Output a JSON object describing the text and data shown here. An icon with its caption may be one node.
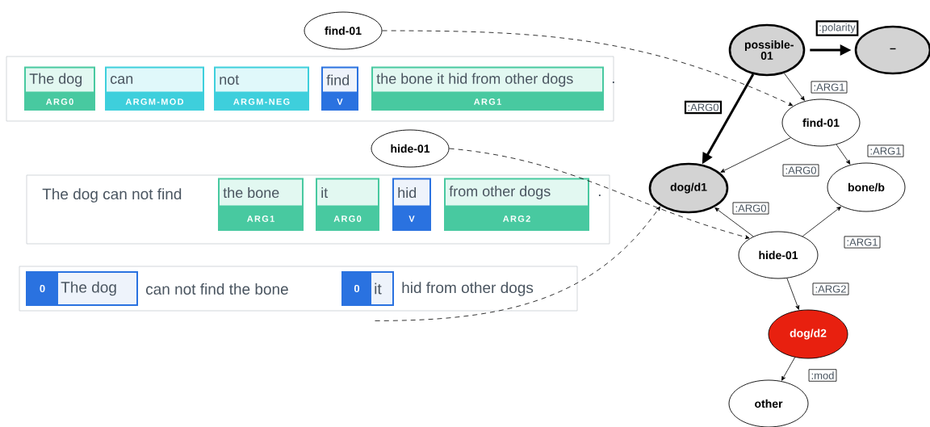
{
  "diagram": {
    "nodes": [
      {
        "text": [
          "find-01"
        ]
      },
      {
        "text": [
          "."
        ]
      },
      {
        "text": [
          "The dog",
          "ARG0"
        ],
        "in": 1
      },
      {
        "text": [
          "can",
          "ARGM-MOD"
        ],
        "in": 1
      },
      {
        "text": [
          "not",
          "ARGM-NEG"
        ],
        "in": 1
      },
      {
        "text": [
          "find",
          "V"
        ],
        "in": 1
      },
      {
        "text": [
          "the bone it hid from other dogs",
          "ARG1"
        ],
        "in": 1
      },
      {
        "text": [
          "hide-01"
        ]
      },
      {
        "text": [
          "The dog can not find",
          "."
        ]
      },
      {
        "text": [
          "the bone",
          "ARG1"
        ],
        "in": 8
      },
      {
        "text": [
          "it",
          "ARG0"
        ],
        "in": 8
      },
      {
        "text": [
          "hid",
          "V"
        ],
        "in": 8
      },
      {
        "text": [
          "from other dogs",
          "ARG2"
        ],
        "in": 8
      },
      {
        "text": [
          "can not find the bone",
          "hid from other dogs"
        ]
      },
      {
        "text": [
          "0",
          "The dog"
        ],
        "in": 13
      },
      {
        "text": [
          "0",
          "it"
        ],
        "in": 13
      },
      {
        "text": [
          "possible-01"
        ]
      },
      {
        "text": [
          "–"
        ]
      },
      {
        "text": [
          "find-01"
        ]
      },
      {
        "text": [
          "dog/d1"
        ]
      },
      {
        "text": [
          "bone/b"
        ]
      },
      {
        "text": [
          "hide-01"
        ]
      },
      {
        "text": [
          "dog/d2"
        ]
      },
      {
        "text": [
          "other"
        ]
      }
    ],
    "edges": [
      {
        "from": 0,
        "to": 18,
        "arrow": "to",
        "style": "dashed"
      },
      {
        "from": 7,
        "to": 21,
        "arrow": "to",
        "style": "dashed"
      },
      {
        "from": 13,
        "to": 19,
        "arrow": "to",
        "style": "dashed"
      },
      {
        "from": 16,
        "to": 17,
        "arrow": "to",
        "label": ":polarity",
        "style": "thick"
      },
      {
        "from": 16,
        "to": 19,
        "arrow": "to",
        "label": ":ARG0",
        "style": "thick"
      },
      {
        "from": 16,
        "to": 18,
        "arrow": "to",
        "label": ":ARG1"
      },
      {
        "from": 18,
        "to": 19,
        "arrow": "to",
        "label": ":ARG0"
      },
      {
        "from": 18,
        "to": 20,
        "arrow": "to",
        "label": ":ARG1"
      },
      {
        "from": 21,
        "to": 19,
        "arrow": "to",
        "label": ":ARG0"
      },
      {
        "from": 21,
        "to": 20,
        "arrow": "to",
        "label": ":ARG1"
      },
      {
        "from": 21,
        "to": 22,
        "arrow": "to",
        "label": ":ARG2"
      },
      {
        "from": 22,
        "to": 23,
        "arrow": "to",
        "label": ":mod"
      }
    ]
  }
}
